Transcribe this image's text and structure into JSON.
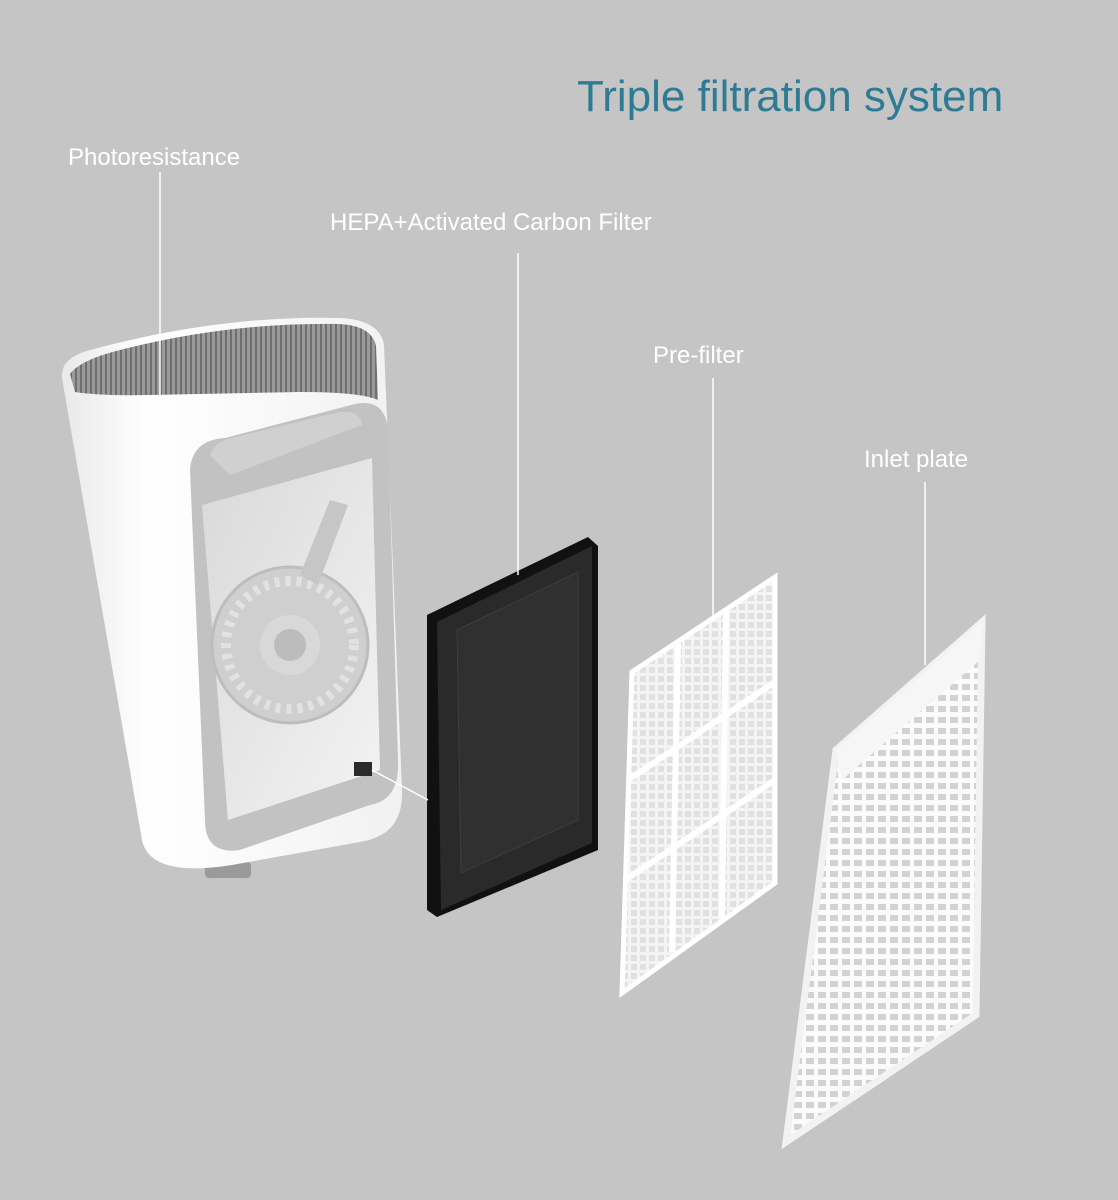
{
  "title": "Triple filtration system",
  "labels": {
    "photoresistance": "Photoresistance",
    "hepa": "HEPA+Activated Carbon Filter",
    "prefilter": "Pre-filter",
    "inlet": "Inlet plate"
  },
  "colors": {
    "background": "#c5c5c5",
    "title": "#2e7b93",
    "label": "#ffffff",
    "hepa_filter": "#1b1b1b"
  }
}
